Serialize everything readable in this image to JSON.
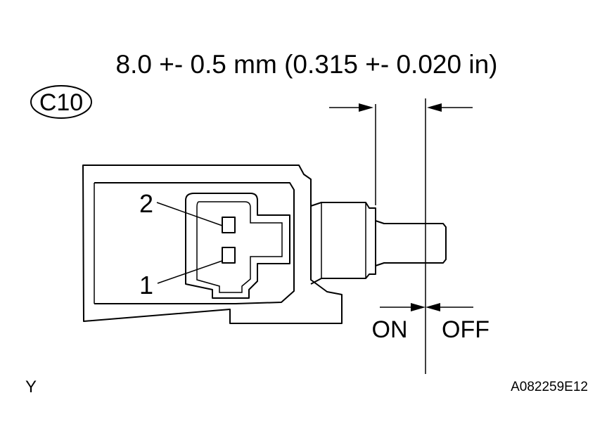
{
  "dimension_text": "8.0 +- 0.5 mm (0.315 +- 0.020 in)",
  "connector_code": "C10",
  "pins": [
    "2",
    "1"
  ],
  "states": {
    "on": "ON",
    "off": "OFF"
  },
  "corner_label": "Y",
  "figure_id": "A082259E12"
}
